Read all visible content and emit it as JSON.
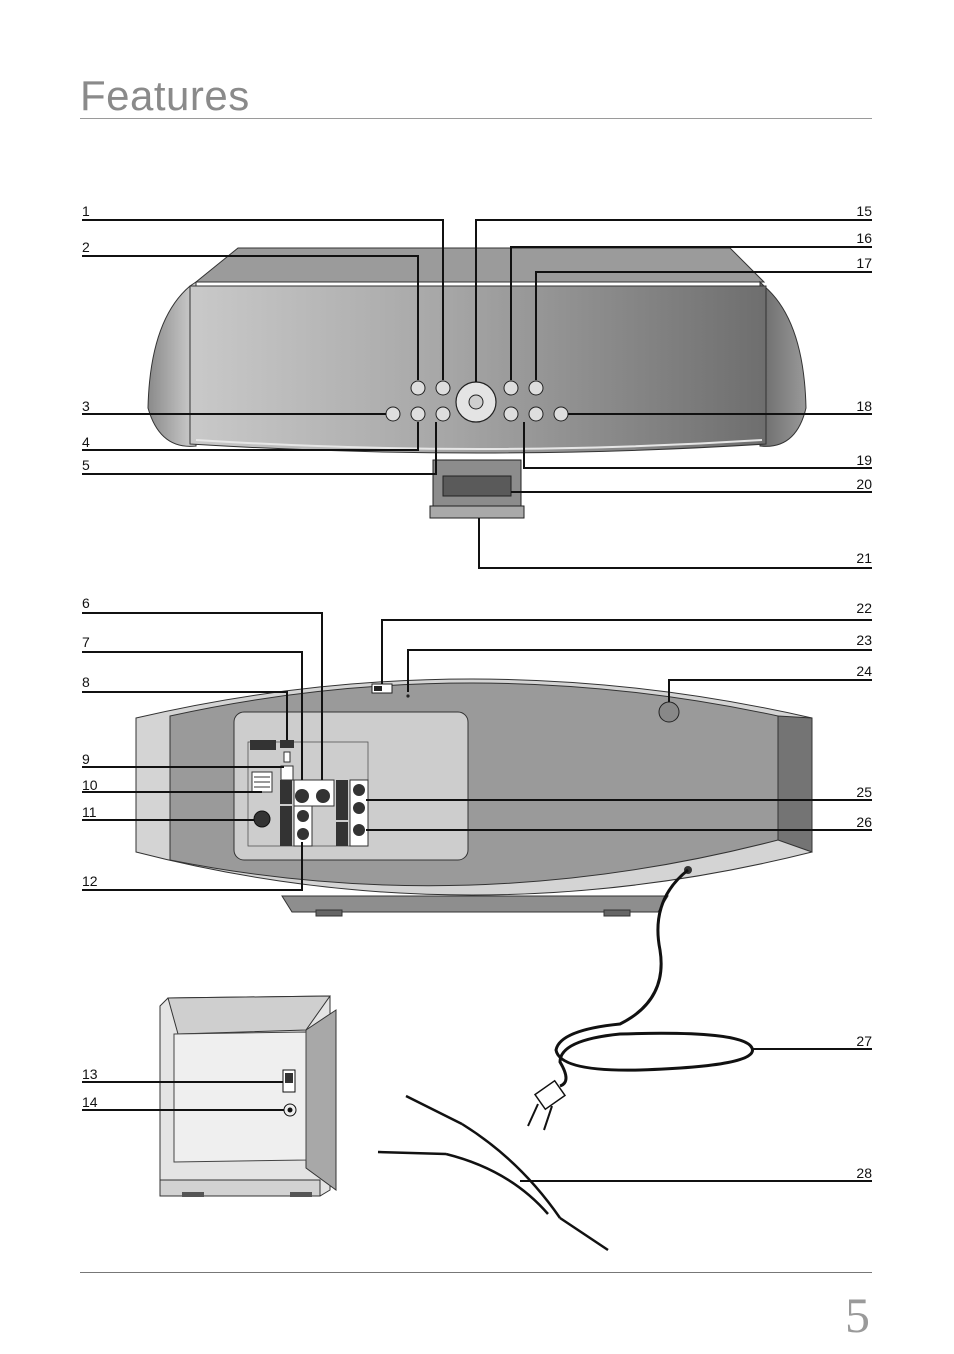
{
  "page": {
    "title": "Features",
    "number": "5"
  },
  "callouts_left": {
    "n1": "1",
    "n2": "2",
    "n3": "3",
    "n4": "4",
    "n5": "5",
    "n6": "6",
    "n7": "7",
    "n8": "8",
    "n9": "9",
    "n10": "10",
    "n11": "11",
    "n12": "12",
    "n13": "13",
    "n14": "14"
  },
  "callouts_right": {
    "n15": "15",
    "n16": "16",
    "n17": "17",
    "n18": "18",
    "n19": "19",
    "n20": "20",
    "n21": "21",
    "n22": "22",
    "n23": "23",
    "n24": "24",
    "n25": "25",
    "n26": "26",
    "n27": "27",
    "n28": "28"
  },
  "colors": {
    "ink": "#111111",
    "unit_dark": "#7e7e7e",
    "unit_mid": "#a8a8a8",
    "unit_light": "#d6d6d6"
  }
}
